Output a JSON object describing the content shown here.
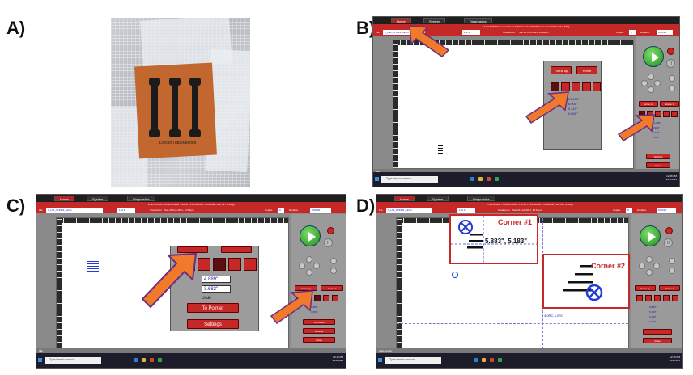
{
  "panels": {
    "a": {
      "label": "A)"
    },
    "b": {
      "label": "B)"
    },
    "c": {
      "label": "C)"
    },
    "d": {
      "label": "D)"
    }
  },
  "photo": {
    "caption": "Dickson laboratories"
  },
  "app": {
    "tabs": [
      "Home",
      "System",
      "Diagnostics"
    ],
    "window_title": "VLS3.60/60DT Control Panel  5.36.56   VLS3.60/60DT Universal, ISM C2T (16/8g)",
    "file_label": "File",
    "file_name": "3_LSL_071921_mmm",
    "page_label": "1 of 1",
    "created_label": "Created on",
    "created_value": "Sun 21 Feb 2021, 12:16pm",
    "copies_label": "Copies",
    "copies_value": "0",
    "duration_label": "Duration",
    "duration_value": "0:00:00",
    "focus_up_label": "Focus up",
    "home_label": "Home",
    "home_xy_label": "Home xy",
    "home_z_label": "Home z",
    "to_pointer_label": "To Pointer",
    "settings_label": "Settings",
    "close_label": "Close",
    "undo_label": "Undo",
    "status_left": "Idle",
    "status_left_d": "Auto-Center"
  },
  "readout_b": {
    "x": "24.900\"",
    "y": "8.900\"",
    "z": "0.410\"",
    "r": "0.000\""
  },
  "readout_c": {
    "x": "4.889\"",
    "y": "3.682\""
  },
  "readout_d": {
    "x": "5.883\"",
    "y": "5.183\"",
    "z": "0.410\"",
    "r": "0.000\""
  },
  "corner_coords": "5.883\", 5.183\"",
  "corner1_label": "Corner #1",
  "corner2_label": "Corner #2",
  "d_bottom_coord": "4.0RC,4.0RC",
  "taskbar": {
    "search": "Type here to search",
    "time": "12:16 PM",
    "date": "2/21/2021"
  },
  "colors": {
    "arrow": "#f07a2a",
    "arrow_outline": "#6b2e86",
    "accent_red": "#c62828",
    "go_green": "#2ea02e",
    "corner_box": "#c62828",
    "marker_blue": "#1f3cd6"
  }
}
